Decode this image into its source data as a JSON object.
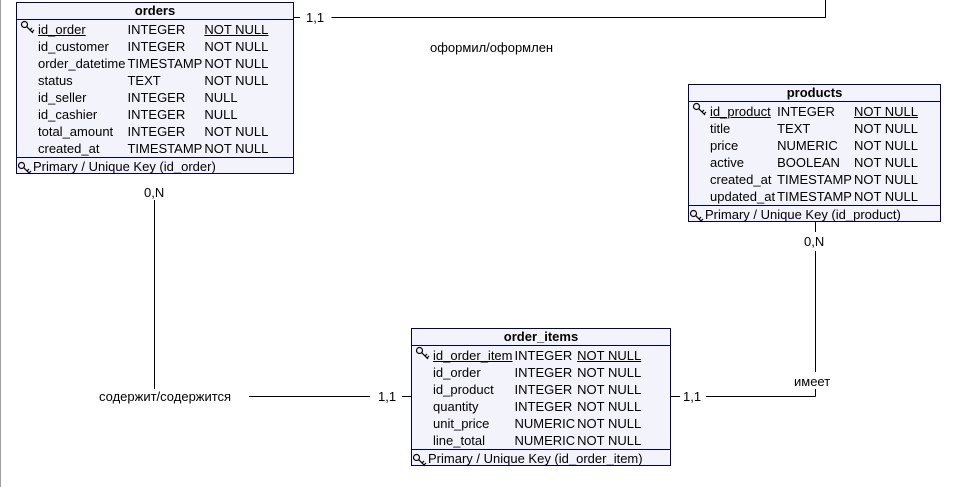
{
  "entities": {
    "orders": {
      "name": "orders",
      "columns": [
        {
          "name": "id_order",
          "type": "INTEGER",
          "null": "NOT NULL",
          "pk": true
        },
        {
          "name": "id_customer",
          "type": "INTEGER",
          "null": "NOT NULL",
          "pk": false
        },
        {
          "name": "order_datetime",
          "type": "TIMESTAMP",
          "null": "NOT NULL",
          "pk": false
        },
        {
          "name": "status",
          "type": "TEXT",
          "null": "NOT NULL",
          "pk": false
        },
        {
          "name": "id_seller",
          "type": "INTEGER",
          "null": "NULL",
          "pk": false
        },
        {
          "name": "id_cashier",
          "type": "INTEGER",
          "null": "NULL",
          "pk": false
        },
        {
          "name": "total_amount",
          "type": "INTEGER",
          "null": "NOT NULL",
          "pk": false
        },
        {
          "name": "created_at",
          "type": "TIMESTAMP",
          "null": "NOT NULL",
          "pk": false
        }
      ],
      "key_label": "Primary / Unique Key (id_order)"
    },
    "products": {
      "name": "products",
      "columns": [
        {
          "name": "id_product",
          "type": "INTEGER",
          "null": "NOT NULL",
          "pk": true
        },
        {
          "name": "title",
          "type": "TEXT",
          "null": "NOT NULL",
          "pk": false
        },
        {
          "name": "price",
          "type": "NUMERIC",
          "null": "NOT NULL",
          "pk": false
        },
        {
          "name": "active",
          "type": "BOOLEAN",
          "null": "NOT NULL",
          "pk": false
        },
        {
          "name": "created_at",
          "type": "TIMESTAMP",
          "null": "NOT NULL",
          "pk": false
        },
        {
          "name": "updated_at",
          "type": "TIMESTAMP",
          "null": "NOT NULL",
          "pk": false
        }
      ],
      "key_label": "Primary / Unique Key (id_product)"
    },
    "order_items": {
      "name": "order_items",
      "columns": [
        {
          "name": "id_order_item",
          "type": "INTEGER",
          "null": "NOT NULL",
          "pk": true
        },
        {
          "name": "id_order",
          "type": "INTEGER",
          "null": "NOT NULL",
          "pk": false
        },
        {
          "name": "id_product",
          "type": "INTEGER",
          "null": "NOT NULL",
          "pk": false
        },
        {
          "name": "quantity",
          "type": "INTEGER",
          "null": "NOT NULL",
          "pk": false
        },
        {
          "name": "unit_price",
          "type": "NUMERIC",
          "null": "NOT NULL",
          "pk": false
        },
        {
          "name": "line_total",
          "type": "NUMERIC",
          "null": "NOT NULL",
          "pk": false
        }
      ],
      "key_label": "Primary / Unique Key (id_order_item)"
    }
  },
  "relationships": {
    "orders_top": {
      "label": "оформил/оформлен",
      "card_orders": "1,1"
    },
    "orders_items": {
      "label": "содержит/содержится",
      "card_orders": "0,N",
      "card_items": "1,1"
    },
    "products_items": {
      "label": "имеет",
      "card_products": "0,N",
      "card_items": "1,1"
    }
  }
}
